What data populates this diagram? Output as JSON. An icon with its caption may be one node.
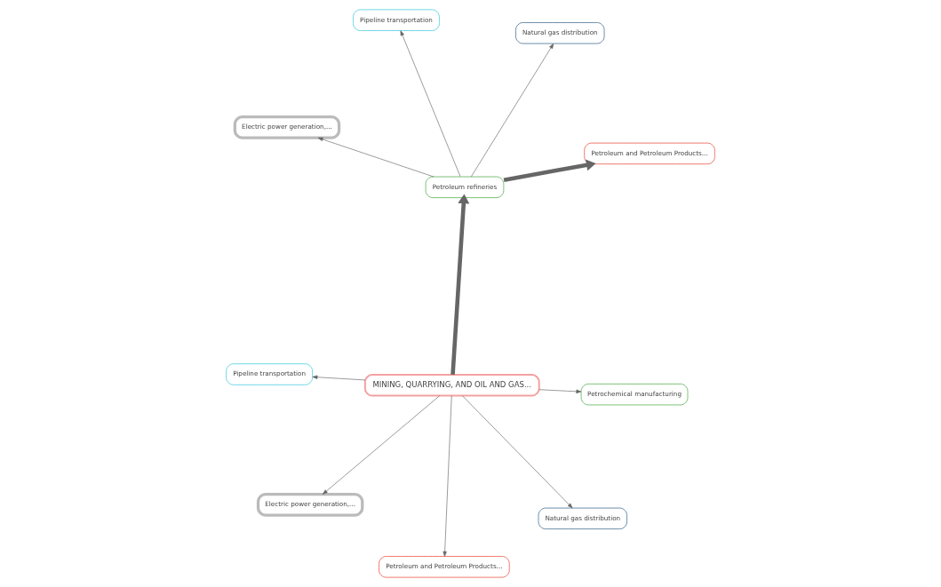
{
  "diagram": {
    "nodes": [
      {
        "text": [
          "MINING, QUARRYING, AND OIL AND GAS..."
        ]
      },
      {
        "text": [
          "Petroleum refineries"
        ]
      },
      {
        "text": [
          "Petroleum and Petroleum Products..."
        ]
      },
      {
        "text": [
          "Pipeline transportation"
        ]
      },
      {
        "text": [
          "Natural gas distribution"
        ]
      },
      {
        "text": [
          "Electric power generation,..."
        ]
      },
      {
        "text": [
          "Pipeline transportation"
        ]
      },
      {
        "text": [
          "Petrochemical manufacturing"
        ]
      },
      {
        "text": [
          "Electric power generation,..."
        ]
      },
      {
        "text": [
          "Petroleum and Petroleum Products..."
        ]
      },
      {
        "text": [
          "Natural gas distribution"
        ]
      }
    ],
    "edges": [
      {
        "from": 0,
        "to": 1,
        "arrow": "to",
        "style": "thick"
      },
      {
        "from": 1,
        "to": 2,
        "arrow": "to",
        "style": "thick"
      },
      {
        "from": 1,
        "to": 3,
        "arrow": "to"
      },
      {
        "from": 1,
        "to": 4,
        "arrow": "to"
      },
      {
        "from": 1,
        "to": 5,
        "arrow": "to"
      },
      {
        "from": 0,
        "to": 6,
        "arrow": "to"
      },
      {
        "from": 0,
        "to": 7,
        "arrow": "to"
      },
      {
        "from": 0,
        "to": 8,
        "arrow": "to"
      },
      {
        "from": 0,
        "to": 9,
        "arrow": "to"
      },
      {
        "from": 0,
        "to": 10,
        "arrow": "to"
      }
    ]
  }
}
